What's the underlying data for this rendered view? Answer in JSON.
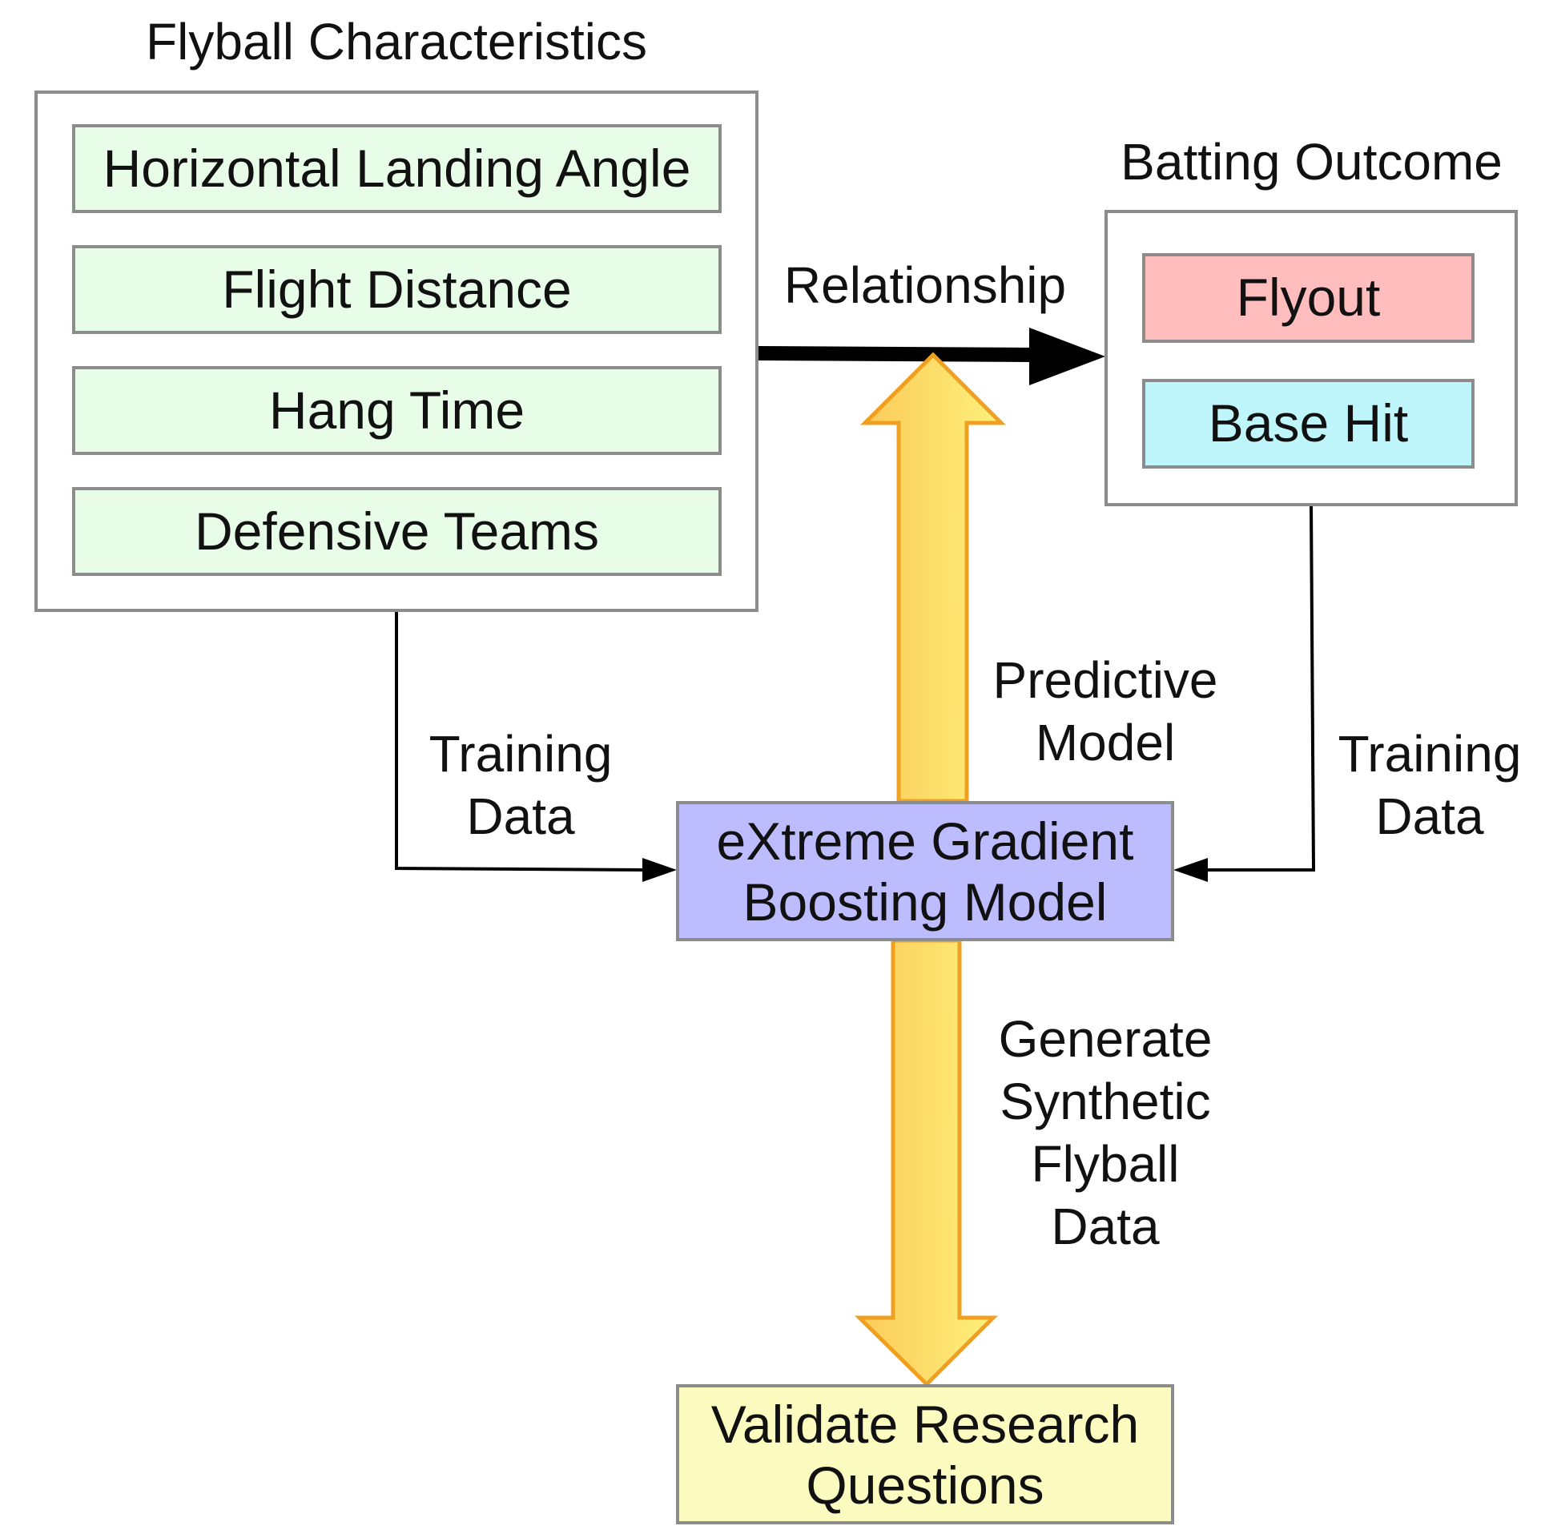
{
  "flyball": {
    "title": "Flyball Characteristics",
    "items": [
      {
        "label": "Horizontal Landing Angle"
      },
      {
        "label": "Flight Distance"
      },
      {
        "label": "Hang Time"
      },
      {
        "label": "Defensive Teams"
      }
    ]
  },
  "outcome": {
    "title": "Batting Outcome",
    "items": [
      {
        "label": "Flyout"
      },
      {
        "label": "Base Hit"
      }
    ]
  },
  "edges": {
    "relationship": "Relationship",
    "training_left": [
      "Training",
      "Data"
    ],
    "training_right": [
      "Training",
      "Data"
    ],
    "predictive": [
      "Predictive",
      "Model"
    ],
    "generate": [
      "Generate",
      "Synthetic",
      "Flyball",
      "Data"
    ]
  },
  "model": {
    "lines": [
      "eXtreme Gradient",
      "Boosting Model"
    ]
  },
  "validate": {
    "lines": [
      "Validate Research",
      "Questions"
    ]
  },
  "colors": {
    "feature_fill": "#e8fde8",
    "flyout_fill": "#ffbdbd",
    "basehit_fill": "#bef6fb",
    "model_fill": "#bcbcff",
    "validate_fill": "#fdfcc0",
    "block_arrow_stroke": "#f0a020",
    "block_arrow_fill_light": "#fdf07a",
    "block_arrow_fill_dark": "#fccb5a",
    "box_border": "#8c8c8c"
  }
}
